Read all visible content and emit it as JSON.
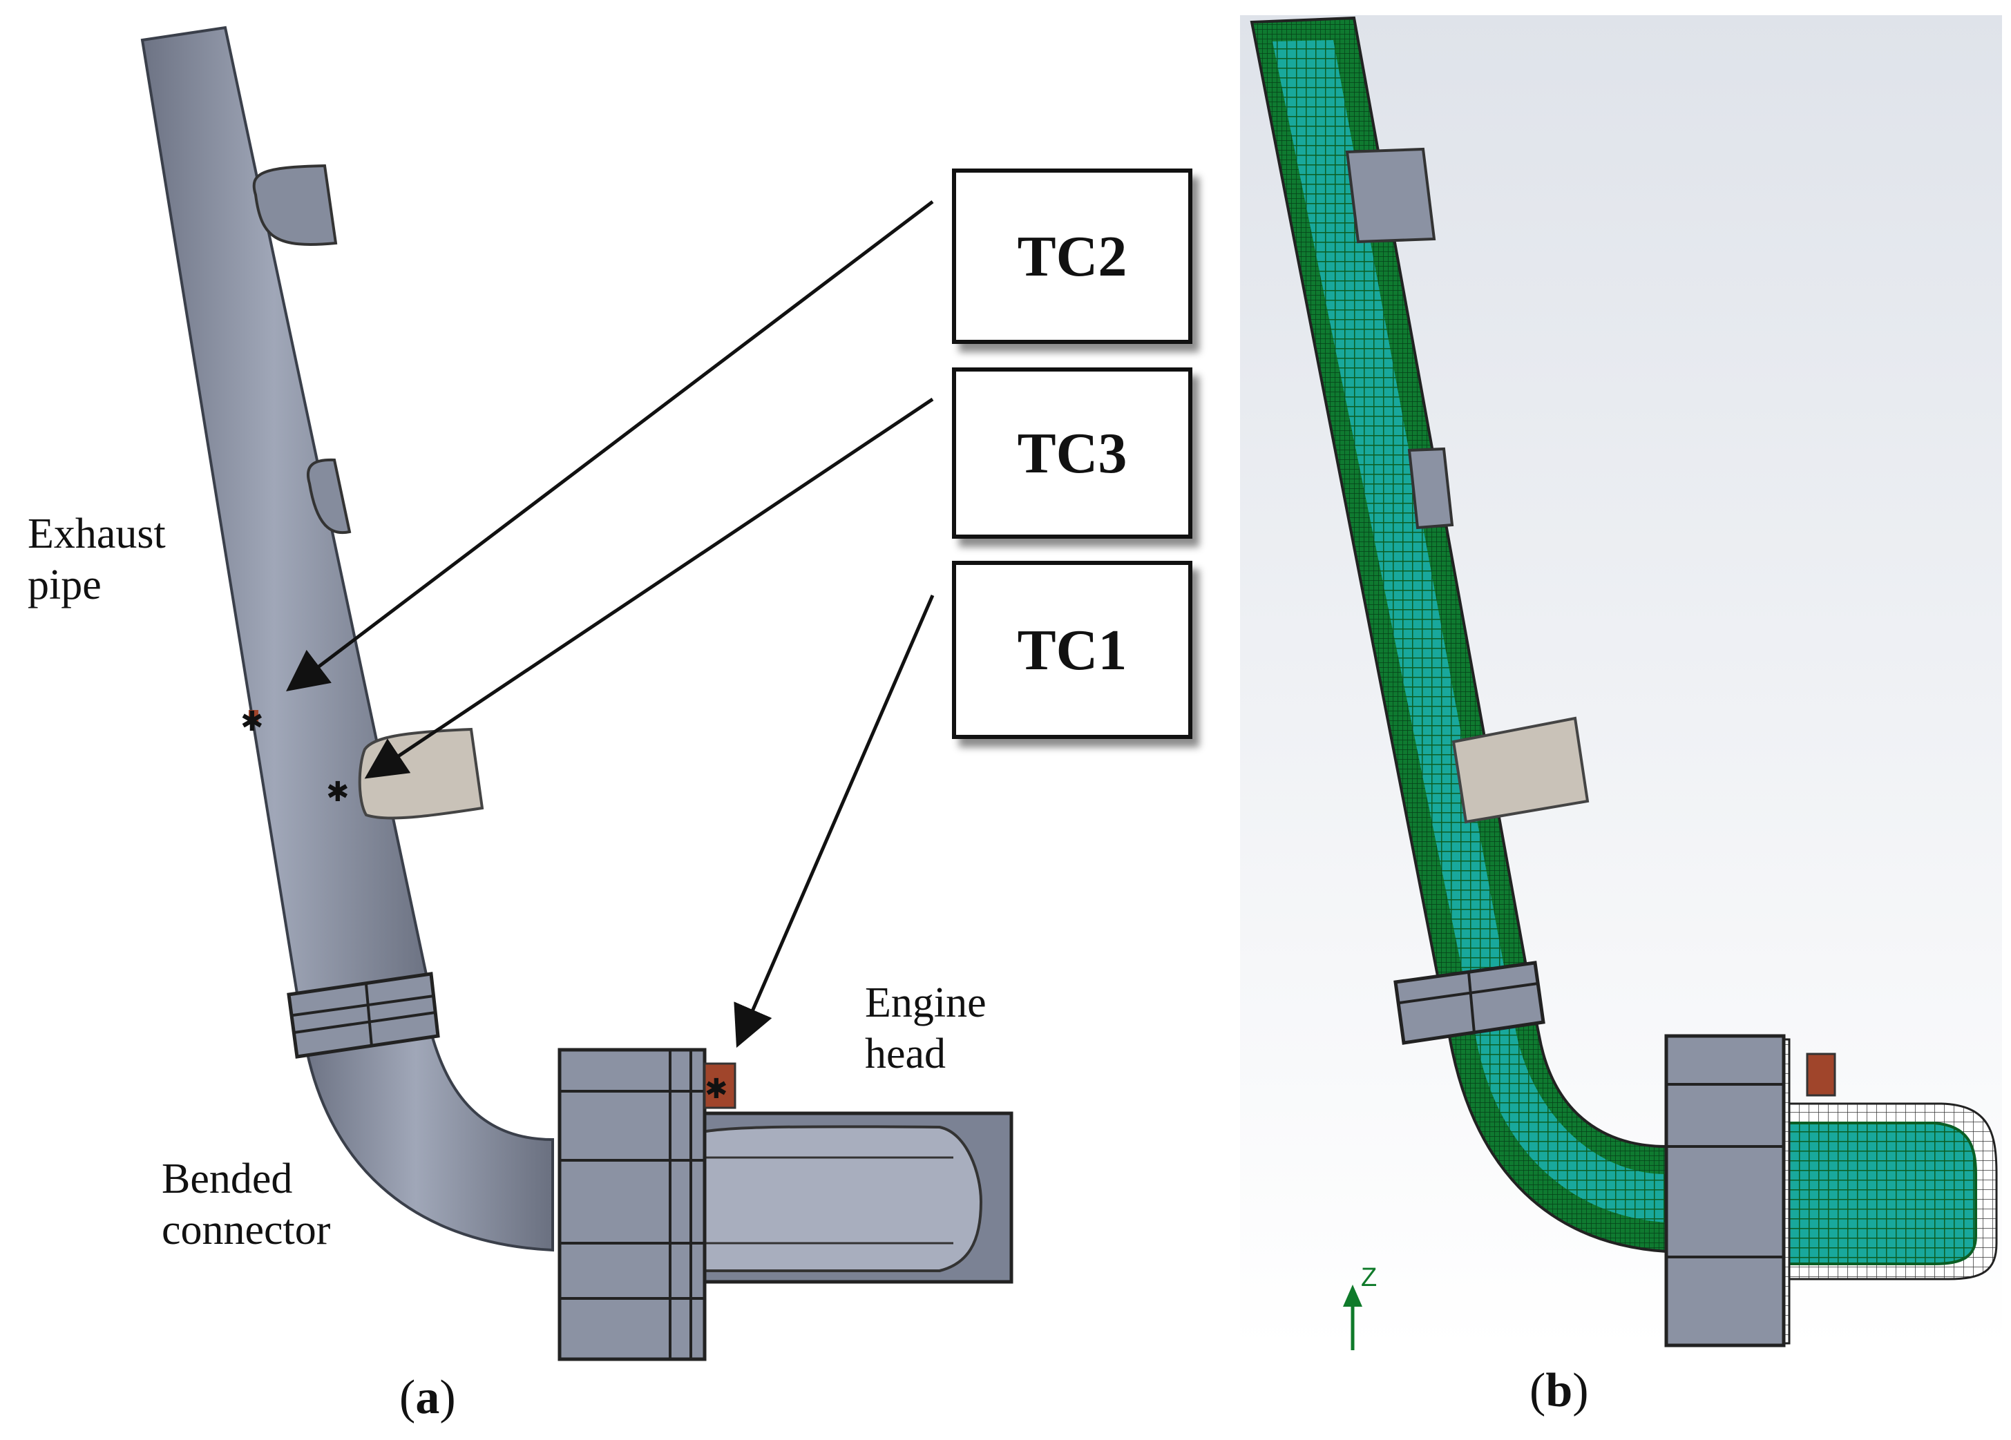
{
  "labels": {
    "exhaust_pipe": "Exhaust\npipe",
    "bended_connector": "Bended\nconnector",
    "engine_head": "Engine\nhead"
  },
  "thermocouples": [
    {
      "id": "TC2"
    },
    {
      "id": "TC3"
    },
    {
      "id": "TC1"
    }
  ],
  "captions": {
    "a": {
      "open": "(",
      "letter": "a",
      "close": ")"
    },
    "b": {
      "open": "(",
      "letter": "b",
      "close": ")"
    }
  },
  "axis_indicator": "Z",
  "colors": {
    "pipe": "#8a91a3",
    "pipe_dark": "#5f6575",
    "sensor_body": "#c9c2b8",
    "mesh_fill": "#1aa59a",
    "mesh_line": "#0d6f2a",
    "thermocouple_tip": "#a0452b",
    "axis_arrow": "#0f7a2a"
  }
}
